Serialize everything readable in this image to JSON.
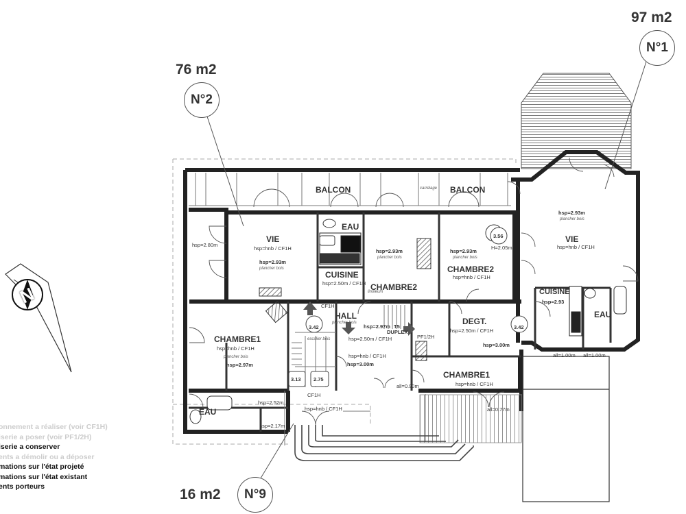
{
  "units": [
    {
      "id": "n1",
      "badge": "N°1",
      "area": "97 m2"
    },
    {
      "id": "n2",
      "badge": "N°2",
      "area": "76 m2"
    },
    {
      "id": "n9",
      "badge": "N°9",
      "area": "16 m2"
    }
  ],
  "rooms": {
    "balcon_left": "BALCON",
    "balcon_right": "BALCON",
    "carrelage": "carrelage",
    "vie_left": {
      "name": "VIE",
      "hsp": "hsp=hnb / CF1H",
      "hsp2": "hsp=2.93m",
      "floor": "plancher bois"
    },
    "eau_top": "EAU",
    "cuisine_left": {
      "name": "CUISINE",
      "hsp": "hsp=2.50m / CF1H"
    },
    "chambre2_mid": {
      "name": "CHAMBRE2",
      "hsp": "hsp=2.93m",
      "floor": "plancher bois"
    },
    "chambre2_right": {
      "name": "CHAMBRE2",
      "hsp": "hsp=hnb / CF1H",
      "hsp2": "hsp=2.93m",
      "floor": "plancher bois"
    },
    "vie_right": {
      "name": "VIE",
      "hsp": "hsp=hnb / CF1H",
      "hsp2": "hsp=2.93m",
      "floor": "plancher bois"
    },
    "cuisine_right": {
      "name": "CUISINE",
      "hsp": "hsp=2.93"
    },
    "eau_right": "EAU",
    "hall": {
      "name": "HALL",
      "floor": "plancher bois",
      "hsp": "hsp=2.97m",
      "t5": "T5",
      "duplex": "DUPLEX"
    },
    "chambre1_left": {
      "name": "CHAMBRE1",
      "hsp": "hsp=hnb / CF1H",
      "floor": "plancher bois",
      "hsp2": "hsp=2.97m"
    },
    "degt": {
      "name": "DEGT.",
      "hsp": "hsp=2.50m / CF1H",
      "hsp2": "hsp=3.00m"
    },
    "chambre1_right": {
      "name": "CHAMBRE1",
      "hsp": "hsp=hnb / CF1H"
    },
    "hall_lower": {
      "hsp": "hsp=2.50m / CF1H",
      "hsp2": "hsp=hnb / CF1H",
      "hsp3": "hsp=3.00m"
    },
    "eau_bottom": "EAU",
    "n9_room": {
      "hsp": "hsp=hnb / CF1H",
      "cf": "CF1H"
    }
  },
  "annotations": {
    "hsp_280": "hsp=2.80m",
    "hsp_252": "hsp=2.52m",
    "hsp_217": "hsp=2.17m",
    "h205": "H=2.05m",
    "cf1h": "CF1H",
    "pf12h": "PF1/2H",
    "escalier": "escalier bois",
    "lino": "linoleum",
    "lev_342a": "3.42",
    "lev_342b": "3.42",
    "lev_356": "3.56",
    "lev_313": "3.13",
    "lev_275": "2.75",
    "all_100a": "all=1.00m",
    "all_100b": "all=1.00m",
    "all_077": "all=0.77m",
    "all_090": "all=0.90m"
  },
  "legend": [
    "onnement a réaliser (voir CF1H)",
    "iserie a poser (voir PF1/2H)",
    "iserie a conserver",
    "ents a démolir ou a déposer",
    "mations sur l'état projeté",
    "mations sur l'état existant",
    "ents porteurs"
  ],
  "compass": {
    "label": "N"
  }
}
